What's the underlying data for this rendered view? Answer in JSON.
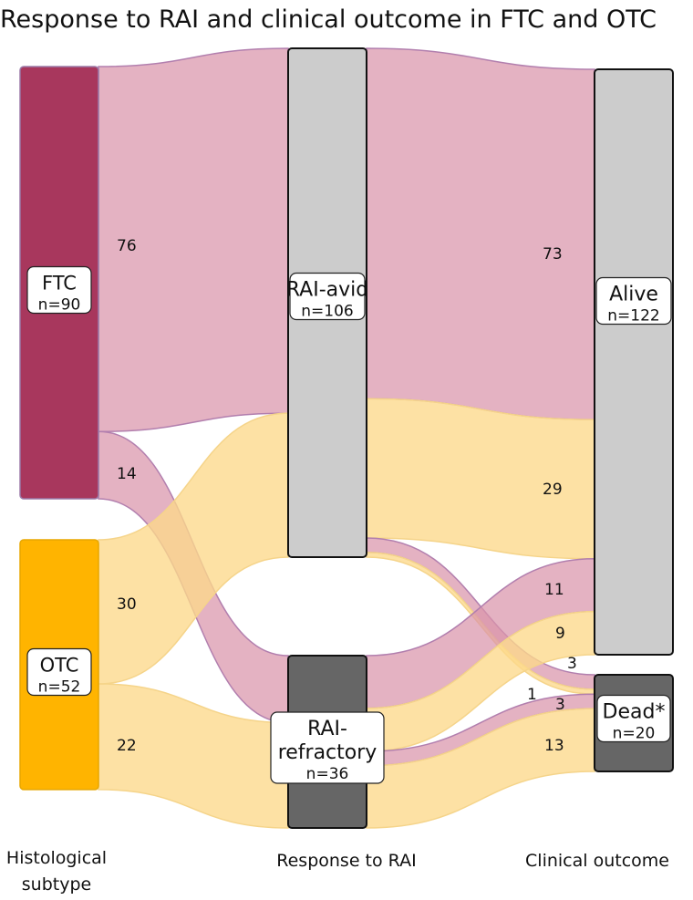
{
  "title": "Response to RAI and clinical outcome in FTC and OTC",
  "colors": {
    "ftc_node": "#a8375d",
    "otc_node": "#ffb400",
    "avid_node": "#cccccc",
    "refractory_node": "#666666",
    "alive_node": "#cccccc",
    "dead_node": "#666666",
    "ftc_flow": "#d994ab",
    "otc_flow": "#fdd98a"
  },
  "columns": [
    {
      "id": "histology",
      "label_lines": [
        "Histological",
        "subtype"
      ]
    },
    {
      "id": "response",
      "label_lines": [
        "Response to RAI"
      ]
    },
    {
      "id": "outcome",
      "label_lines": [
        "Clinical outcome"
      ]
    }
  ],
  "nodes": {
    "ftc": {
      "label_lines": [
        "FTC"
      ],
      "n": "n=90",
      "value": 90
    },
    "otc": {
      "label_lines": [
        "OTC"
      ],
      "n": "n=52",
      "value": 52
    },
    "avid": {
      "label_lines": [
        "RAI-avid"
      ],
      "n": "n=106",
      "value": 106
    },
    "refractory": {
      "label_lines": [
        "RAI-",
        "refractory"
      ],
      "n": "n=36",
      "value": 36
    },
    "alive": {
      "label_lines": [
        "Alive"
      ],
      "n": "n=122",
      "value": 122
    },
    "dead": {
      "label_lines": [
        "Dead*"
      ],
      "n": "n=20",
      "value": 20
    }
  },
  "chart_data": {
    "type": "sankey",
    "title": "Response to RAI and clinical outcome in FTC and OTC",
    "stages": [
      "Histological subtype",
      "Response to RAI",
      "Clinical outcome"
    ],
    "links": [
      {
        "source": "FTC",
        "target": "RAI-avid",
        "value": 76,
        "label": "76",
        "group": "FTC"
      },
      {
        "source": "FTC",
        "target": "RAI-refractory",
        "value": 14,
        "label": "14",
        "group": "FTC"
      },
      {
        "source": "OTC",
        "target": "RAI-avid",
        "value": 30,
        "label": "30",
        "group": "OTC"
      },
      {
        "source": "OTC",
        "target": "RAI-refractory",
        "value": 22,
        "label": "22",
        "group": "OTC"
      },
      {
        "source": "RAI-avid",
        "target": "Alive",
        "value": 73,
        "label": "73",
        "group": "FTC"
      },
      {
        "source": "RAI-avid",
        "target": "Alive",
        "value": 29,
        "label": "29",
        "group": "OTC"
      },
      {
        "source": "RAI-avid",
        "target": "Dead*",
        "value": 3,
        "label": "3",
        "group": "FTC"
      },
      {
        "source": "RAI-avid",
        "target": "Dead*",
        "value": 1,
        "label": "1",
        "group": "OTC"
      },
      {
        "source": "RAI-refractory",
        "target": "Alive",
        "value": 11,
        "label": "11",
        "group": "FTC"
      },
      {
        "source": "RAI-refractory",
        "target": "Alive",
        "value": 9,
        "label": "9",
        "group": "OTC"
      },
      {
        "source": "RAI-refractory",
        "target": "Dead*",
        "value": 3,
        "label": "3",
        "group": "FTC"
      },
      {
        "source": "RAI-refractory",
        "target": "Dead*",
        "value": 13,
        "label": "13",
        "group": "OTC"
      }
    ]
  }
}
